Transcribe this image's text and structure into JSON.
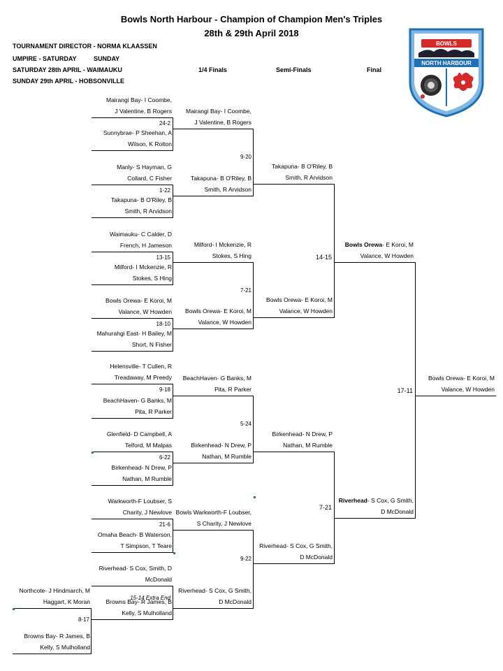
{
  "header": {
    "title": "Bowls North Harbour - Champion of Champion Men's Triples",
    "dates": "28th & 29th April 2018"
  },
  "info": {
    "director": "TOURNAMENT DIRECTOR - NORMA KLAASSEN",
    "umpire": "UMPIRE - SATURDAY",
    "umpire_sunday": "SUNDAY",
    "saturday": "SATURDAY 28th APRIL - WAIMAUKU",
    "sunday": "SUNDAY 29th APRIL - HOBSONVILLE"
  },
  "columns": {
    "quarter": "1/4 Finals",
    "semi": "Semi-Finals",
    "final": "Final"
  },
  "logo": {
    "top_text": "BOWLS",
    "bottom_text": "NORTH HARBOUR",
    "colors": {
      "blue": "#1f6fb3",
      "red": "#d42a2a",
      "light_blue": "#7fb6e2"
    }
  },
  "round1": [
    {
      "l1": "Mairangi Bay- I Coombe,",
      "l2": "J Valentine, B Rogers"
    },
    {
      "l1": "Sunnybrae- P Sheehan, A",
      "l2": "Wilson, K Rolton"
    },
    {
      "l1": "Manly- S Hayman, G",
      "l2": "Collard, C Fisher"
    },
    {
      "l1": "Takapuna- B O'Riley, B",
      "l2": "Smith, R Arvidson"
    },
    {
      "l1": "Waimauku- C Calder, D",
      "l2": "French, H Jameson"
    },
    {
      "l1": "Milford- I Mckenzie, R",
      "l2": "Stokes, S Hing"
    },
    {
      "l1": "Bowls Orewa- E Koroi, M",
      "l2": "Valance, W Howden"
    },
    {
      "l1": "Mahurahgi East- H Bailey, M",
      "l2": "Short, N Fisher"
    },
    {
      "l1": "Helensville- T Cullen, R",
      "l2": "Treadaway, M Preedy"
    },
    {
      "l1": "BeachHaven- G Banks, M",
      "l2": "Pita, R Parker"
    },
    {
      "l1": "Glenfield- D Campbell, A",
      "l2": "Telford, M Malpas"
    },
    {
      "l1": "Birkenhead- N Drew, P",
      "l2": "Nathan, M Rumble"
    },
    {
      "l1": "Warkworth-F Loubser, S",
      "l2": "Charity, J Newlove"
    },
    {
      "l1": "Omaha Beach- B Waterson,",
      "l2": "T Simpson, T Teare"
    },
    {
      "l1": "Riverhead- S Cox, Smith, D",
      "l2": "McDonald"
    },
    {
      "l1": "Browns Bay- R James, B",
      "l2": "Kelly, S Mulholland"
    }
  ],
  "prelim": [
    {
      "l1": "Northcote- J Hindmarch, M",
      "l2": "Haggart, K Moran"
    },
    {
      "l1": "Browns Bay- R James, B",
      "l2": "Kelly, S Mulholland"
    }
  ],
  "prelim_score": "8-17",
  "round1_scores": [
    "24-2",
    "1-22",
    "13-15",
    "18-10",
    "9-18",
    "6-22",
    "21-6",
    "15-14 Extra End"
  ],
  "quarter": [
    {
      "l1": "Mairangi Bay- I Coombe,",
      "l2": "J Valentine, B Rogers"
    },
    {
      "l1": "Takapuna- B O'Riley, B",
      "l2": "Smith, R Arvidson"
    },
    {
      "l1": "Milford- I Mckenzie, R",
      "l2": "Stokes, S Hing"
    },
    {
      "l1": "Bowls Orewa- E Koroi, M",
      "l2": "Valance, W Howden"
    },
    {
      "l1": "BeachHaven- G Banks, M",
      "l2": "Pita, R Parker"
    },
    {
      "l1": "Birkenhead- N Drew, P",
      "l2": "Nathan, M Rumble"
    },
    {
      "l1": "Bowls Warkworth-F Loubser,",
      "l2": "S Charity, J Newlove"
    },
    {
      "l1": "Riverhead- S Cox, G Smith,",
      "l2": "D McDonald"
    }
  ],
  "quarter_scores": [
    "9-20",
    "7-21",
    "5-24",
    "9-22"
  ],
  "semi": [
    {
      "l1": "Takapuna- B O'Riley, B",
      "l2": "Smith, R Arvidson"
    },
    {
      "l1": "Bowls Orewa- E Koroi, M",
      "l2": "Valance, W Howden"
    },
    {
      "l1": "Birkenhead- N Drew, P",
      "l2": "Nathan, M Rumble"
    },
    {
      "l1": "Riverhead- S Cox, G Smith,",
      "l2": "D McDonald"
    }
  ],
  "semi_scores": [
    "14-15",
    "7-21"
  ],
  "final": [
    {
      "l1_bold": "Bowls Orewa",
      "l1": "- E Koroi, M",
      "l2": "Valance, W Howden"
    },
    {
      "l1_bold": "Riverhead",
      "l1": "- S Cox, G Smith,",
      "l2": "D McDonald"
    }
  ],
  "final_score": "17-11",
  "champion": {
    "l1": "Bowls Orewa- E Koroi, M",
    "l2": "Valance, W Howden"
  }
}
